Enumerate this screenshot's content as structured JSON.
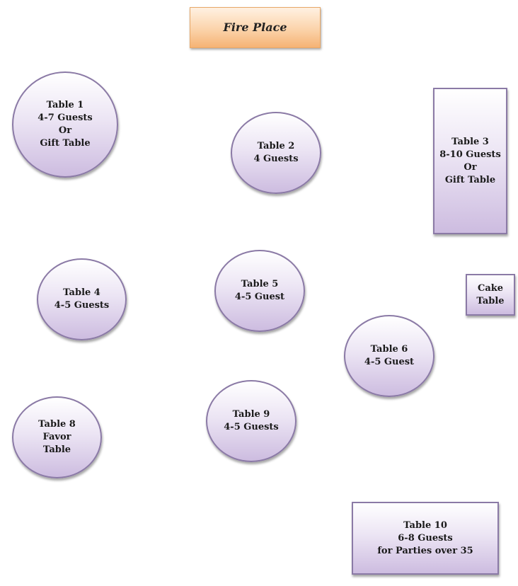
{
  "diagram": {
    "fireplace": {
      "label": "Fire Place"
    },
    "tables": [
      {
        "id": "table-1",
        "lines": [
          "Table 1",
          "4-7 Guests",
          "Or",
          "Gift Table"
        ]
      },
      {
        "id": "table-2",
        "lines": [
          "Table 2",
          "4 Guests"
        ]
      },
      {
        "id": "table-3",
        "lines": [
          "Table 3",
          "8-10 Guests",
          "Or",
          "Gift Table"
        ]
      },
      {
        "id": "table-4",
        "lines": [
          "Table 4",
          "4-5 Guests"
        ]
      },
      {
        "id": "table-5",
        "lines": [
          "Table 5",
          "4-5 Guest"
        ]
      },
      {
        "id": "cake-table",
        "lines": [
          "Cake",
          "Table"
        ]
      },
      {
        "id": "table-6",
        "lines": [
          "Table 6",
          "4-5 Guest"
        ]
      },
      {
        "id": "table-8",
        "lines": [
          "Table 8",
          "Favor",
          "Table"
        ]
      },
      {
        "id": "table-9",
        "lines": [
          "Table 9",
          "4-5 Guests"
        ]
      },
      {
        "id": "table-10",
        "lines": [
          "Table 10",
          "6-8 Guests",
          "for Parties over 35"
        ]
      }
    ],
    "colors": {
      "table_fill": "#e6dcf0",
      "table_border": "#8b7aa6",
      "fireplace_fill": "#fbd3aa",
      "fireplace_border": "#e7a868"
    }
  }
}
